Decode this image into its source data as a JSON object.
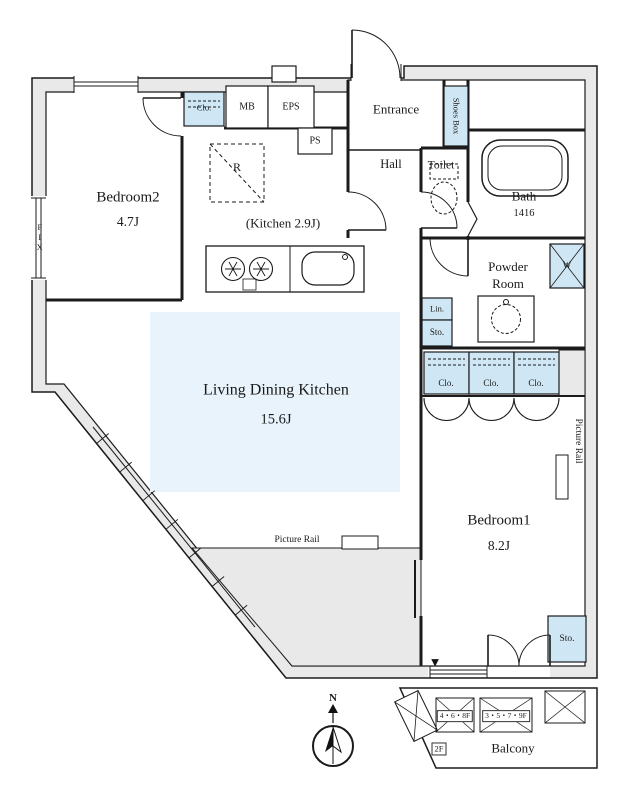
{
  "rooms": {
    "bedroom2": {
      "name": "Bedroom2",
      "size": "4.7J"
    },
    "kitchen": {
      "label": "(Kitchen 2.9J)"
    },
    "ldk": {
      "name": "Living Dining Kitchen",
      "size": "15.6J"
    },
    "bedroom1": {
      "name": "Bedroom1",
      "size": "8.2J"
    },
    "entrance": {
      "name": "Entrance"
    },
    "hall": {
      "name": "Hall"
    },
    "toilet": {
      "name": "Toilet"
    },
    "bath": {
      "name": "Bath",
      "size": "1416"
    },
    "powder_room": {
      "name": "Powder Room"
    },
    "balcony": {
      "name": "Balcony"
    }
  },
  "storage": {
    "shoes_box": {
      "label": "Shoes Box"
    },
    "closet_bedroom2": {
      "label": "Clo."
    },
    "closet_1": {
      "label": "Clo."
    },
    "closet_2": {
      "label": "Clo."
    },
    "closet_3": {
      "label": "Clo."
    },
    "linen": {
      "label": "Lin."
    },
    "storage_powder": {
      "label": "Sto."
    },
    "storage_bedroom1": {
      "label": "Sto."
    },
    "washer": {
      "label": "W"
    }
  },
  "service": {
    "meter_box": "MB",
    "eps": "EPS",
    "ps": "PS",
    "refrigerator": "R"
  },
  "annotations": {
    "fix_window": "FIX",
    "picture_rail_ldk": "Picture Rail",
    "picture_rail_bedroom1": "Picture Rail",
    "compass_north": "N",
    "section_marker": "▼"
  },
  "balcony_info": {
    "floors_a": "4・6・8F",
    "floors_b": "3・5・7・9F",
    "floor_c": "2F"
  },
  "colors": {
    "wall_fill": "#e9e9e9",
    "closet_blue": "#cfe7f4",
    "ldk_blue": "#e8f3fb",
    "line": "#1b1b1b"
  }
}
